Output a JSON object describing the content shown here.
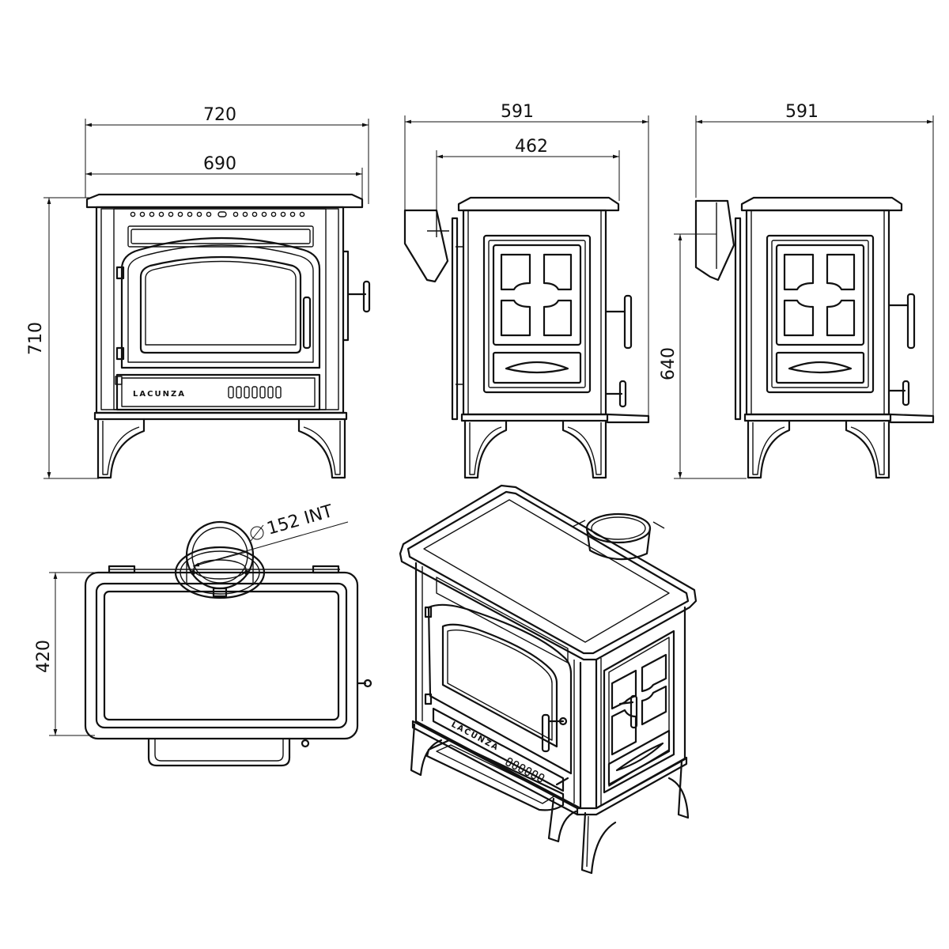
{
  "dimensions": {
    "front_total_width": "720",
    "front_body_width": "690",
    "front_height": "710",
    "side_total_depth": "591",
    "side_body_depth": "462",
    "side_right_total_depth": "591",
    "side_right_height": "640",
    "top_depth": "420",
    "flue_diameter": "152 INT"
  },
  "brand": {
    "front_logo": "LACUNZA",
    "iso_logo": "LACUNZA"
  }
}
